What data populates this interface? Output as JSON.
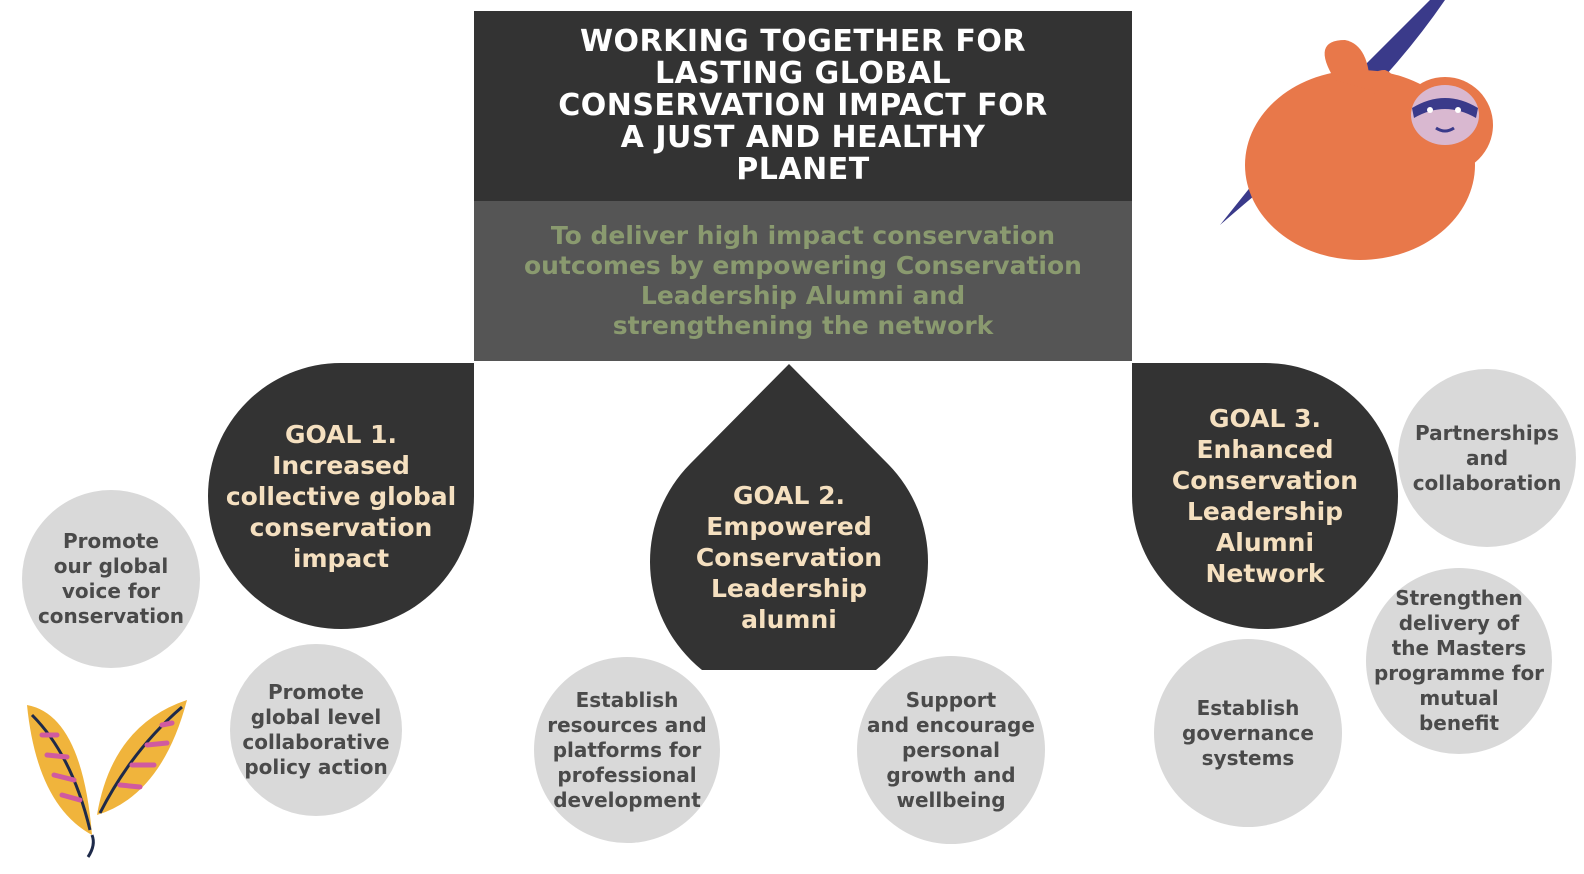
{
  "header": {
    "title": "WORKING TOGETHER FOR\nLASTING GLOBAL\nCONSERVATION IMPACT FOR\nA JUST AND HEALTHY\nPLANET"
  },
  "mission": {
    "text": "To deliver high impact conservation\noutcomes by empowering  Conservation\nLeadership Alumni and\nstrengthening the network"
  },
  "goals": [
    {
      "label": "GOAL 1.\nIncreased\ncollective global\nconservation\nimpact"
    },
    {
      "label": "GOAL 2.\nEmpowered\nConservation\nLeadership\nalumni"
    },
    {
      "label": "GOAL 3.\nEnhanced\nConservation\nLeadership\nAlumni\nNetwork"
    }
  ],
  "actions": [
    {
      "text": "Promote\nour global\nvoice for\nconservation"
    },
    {
      "text": "Promote\nglobal level\ncollaborative\npolicy action"
    },
    {
      "text": "Establish\nresources and\nplatforms for\nprofessional\ndevelopment"
    },
    {
      "text": "Support\nand encourage\npersonal\ngrowth and\nwellbeing"
    },
    {
      "text": "Establish\ngovernance\nsystems"
    },
    {
      "text": "Partnerships\nand\ncollaboration"
    },
    {
      "text": "Strengthen\ndelivery of\nthe Masters\nprogramme for\nmutual\nbenefit"
    }
  ],
  "colors": {
    "header_bg": "#333333",
    "mission_bg": "#555555",
    "mission_text": "#8a9a6f",
    "goal_text": "#f5e0c0",
    "action_bg": "#d9d9d9",
    "sloth": "#e8784a",
    "branch": "#3a3a8a"
  },
  "decorations": [
    "sloth-illustration",
    "leaf-illustration"
  ]
}
